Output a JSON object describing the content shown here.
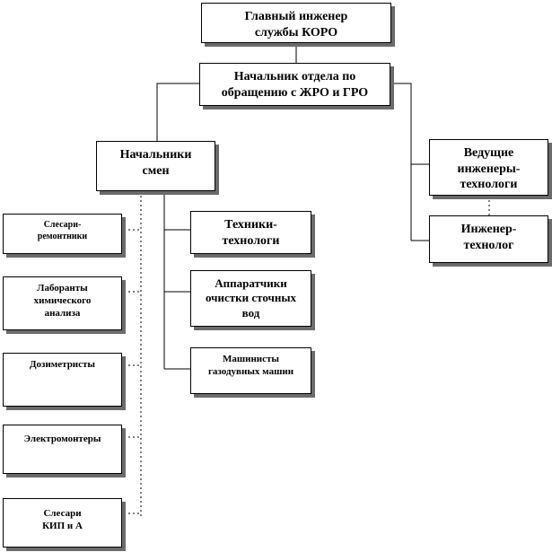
{
  "diagram": {
    "nodes": {
      "chief_engineer": "Главный инженер\nслужбы КОРО",
      "dept_head": "Начальник отдела по\nобращению с ЖРО и ГРО",
      "shift_heads": "Начальники\nсмен",
      "lead_engineers": "Ведущие\nинженеры-\nтехнологи",
      "process_engineer": "Инженер-\nтехнолог",
      "technicians": "Техники-\nтехнологи",
      "wastewater_operators": "Аппаратчики\nочистки сточных\nвод",
      "gas_blower_operators": "Машинисты\nгазодувных машин",
      "repair_fitters": "Слесари-\nремонтники",
      "chem_lab": "Лаборанты\nхимического\nанализа",
      "dosimetrists": "Дозиметристы",
      "electricians": "Электромонтеры",
      "instrument_fitters": "Слесари\nКИП и А"
    }
  }
}
